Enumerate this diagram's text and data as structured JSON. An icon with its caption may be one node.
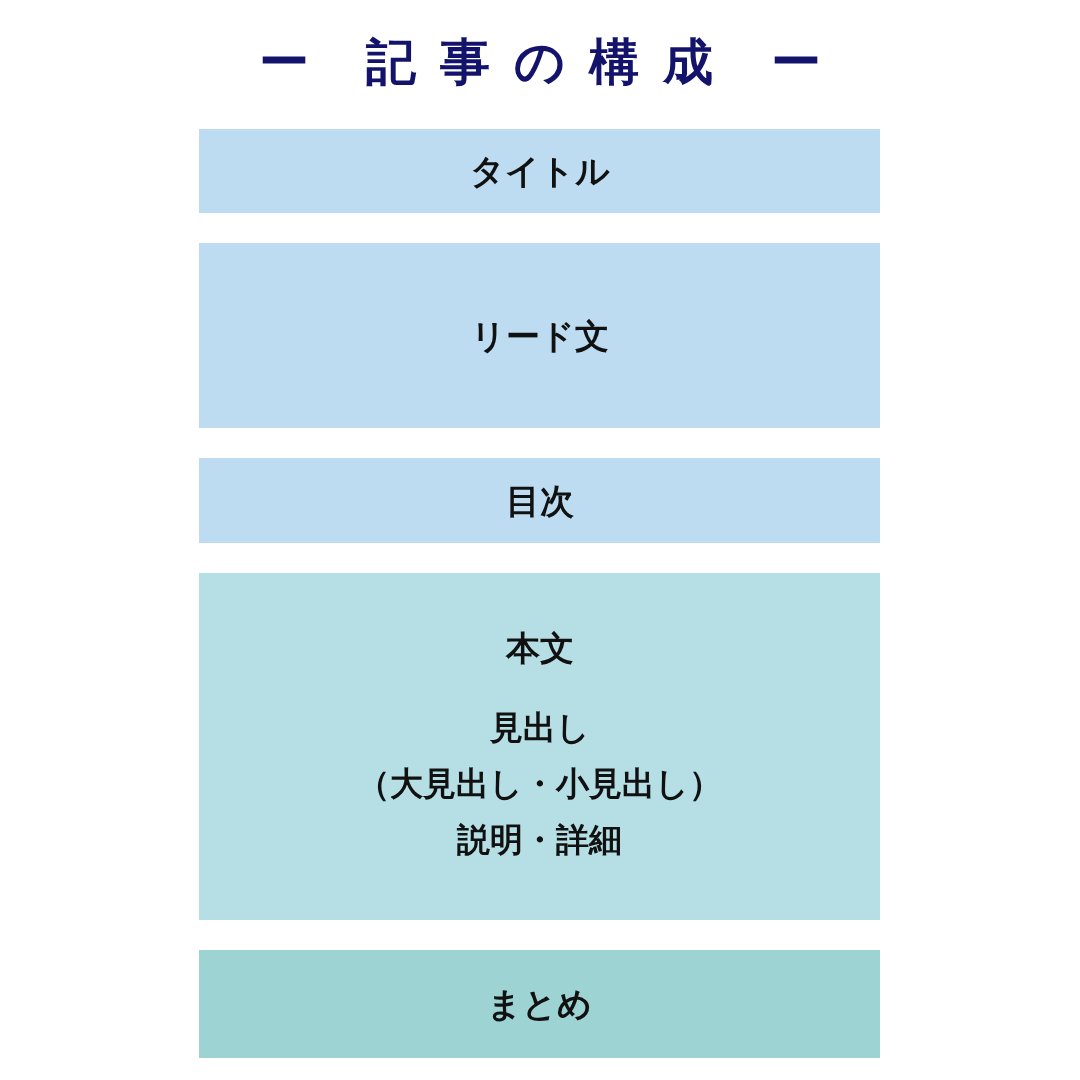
{
  "diagram": {
    "title": "ー 記事の構成 ー",
    "nodes": [
      {
        "text": [
          "タイトル"
        ]
      },
      {
        "text": [
          "リード文"
        ]
      },
      {
        "text": [
          "目次"
        ]
      },
      {
        "text": [
          "本文",
          "見出し（大見出し・小見出し）説明・詳細"
        ]
      },
      {
        "text": [
          "まとめ"
        ]
      }
    ]
  }
}
